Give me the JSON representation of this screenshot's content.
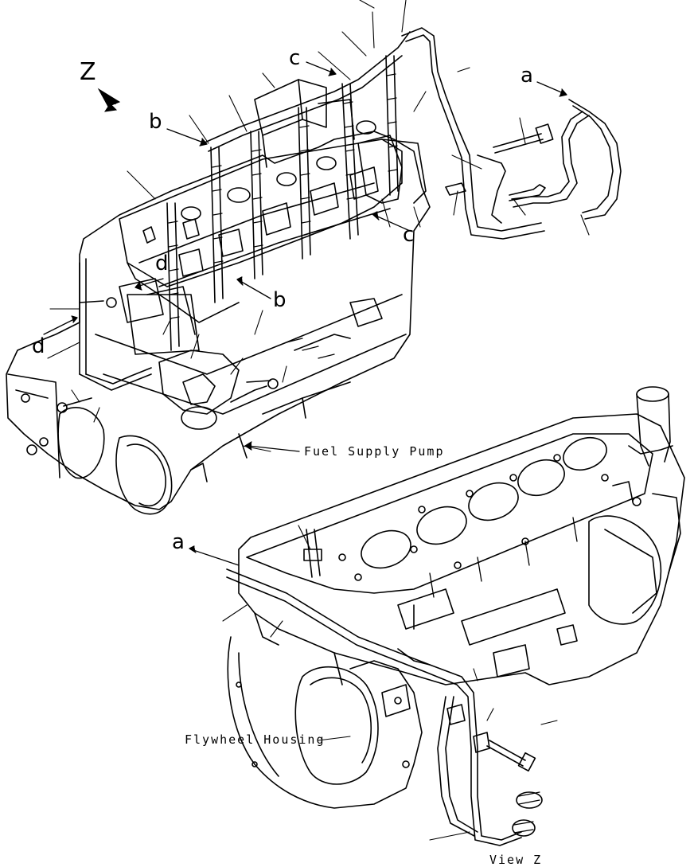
{
  "view_marker": "Z",
  "arrow_labels": {
    "a_top": "a",
    "a_bottom": "a",
    "b_left": "b",
    "b_right": "b",
    "c_top": "c",
    "c_right": "c",
    "d_left": "d",
    "d_mid": "d"
  },
  "captions": {
    "fuel_supply_pump": "Fuel Supply Pump",
    "flywheel_housing": "Flywheel Housing",
    "view_z": "View Z"
  },
  "colors": {
    "line": "#000000",
    "background": "#ffffff"
  }
}
